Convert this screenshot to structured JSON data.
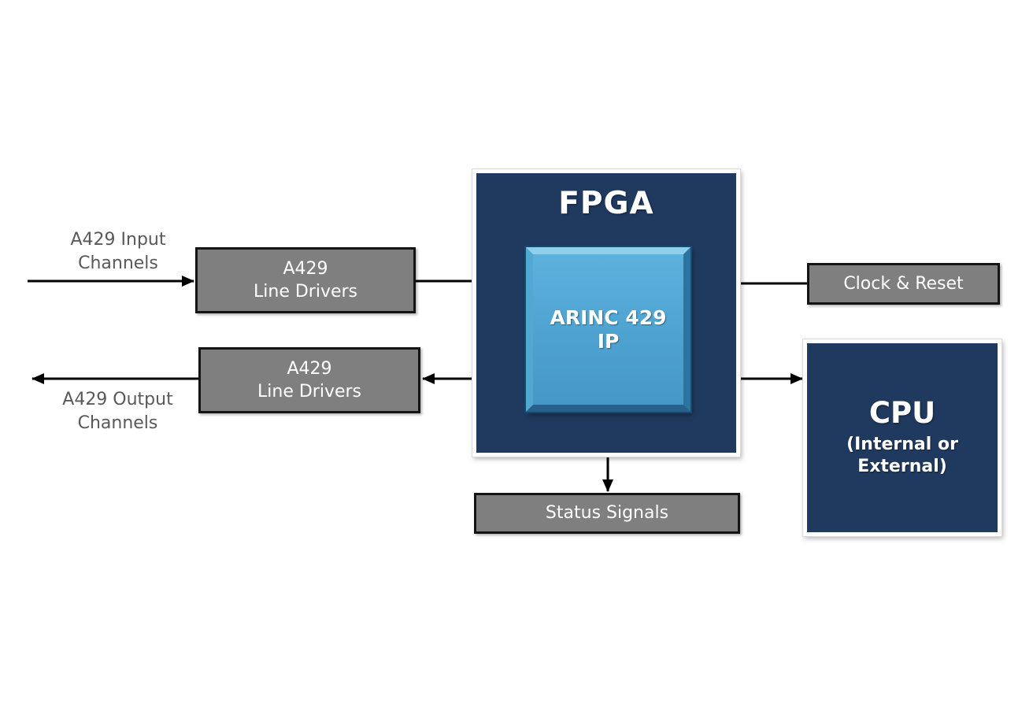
{
  "labels": {
    "input_channels": "A429 Input\nChannels",
    "output_channels": "A429 Output\nChannels"
  },
  "blocks": {
    "fpga_title": "FPGA",
    "arinc_ip": "ARINC 429\nIP",
    "line_drivers_in": "A429\nLine Drivers",
    "line_drivers_out": "A429\nLine Drivers",
    "clock_reset": "Clock & Reset",
    "cpu_title": "CPU",
    "cpu_subtitle": "(Internal or\nExternal)",
    "status_signals": "Status Signals"
  },
  "colors": {
    "fpga_navy": "#20395f",
    "ip_blue": "#4ea2d0",
    "block_gray": "#7f7f7f",
    "block_border_black": "#141414",
    "label_gray": "#595959",
    "arrow_black": "#000000",
    "background": "#ffffff"
  },
  "connectors": [
    {
      "name": "input-to-line-drivers-in",
      "from": "a429-input-channels",
      "to": "line-drivers-in",
      "direction": "right"
    },
    {
      "name": "line-drivers-in-to-arinc-ip",
      "from": "line-drivers-in",
      "to": "arinc-429-ip",
      "direction": "right"
    },
    {
      "name": "clock-reset-to-arinc-ip",
      "from": "clock-reset",
      "to": "arinc-429-ip",
      "direction": "left"
    },
    {
      "name": "arinc-ip-to-cpu",
      "from": "arinc-429-ip",
      "to": "cpu",
      "direction": "both"
    },
    {
      "name": "arinc-ip-to-line-drivers-out",
      "from": "arinc-429-ip",
      "to": "line-drivers-out",
      "direction": "left"
    },
    {
      "name": "line-drivers-out-to-output",
      "from": "line-drivers-out",
      "to": "a429-output-channels",
      "direction": "left"
    },
    {
      "name": "arinc-ip-to-status-signals",
      "from": "arinc-429-ip",
      "to": "status-signals",
      "direction": "down"
    }
  ]
}
